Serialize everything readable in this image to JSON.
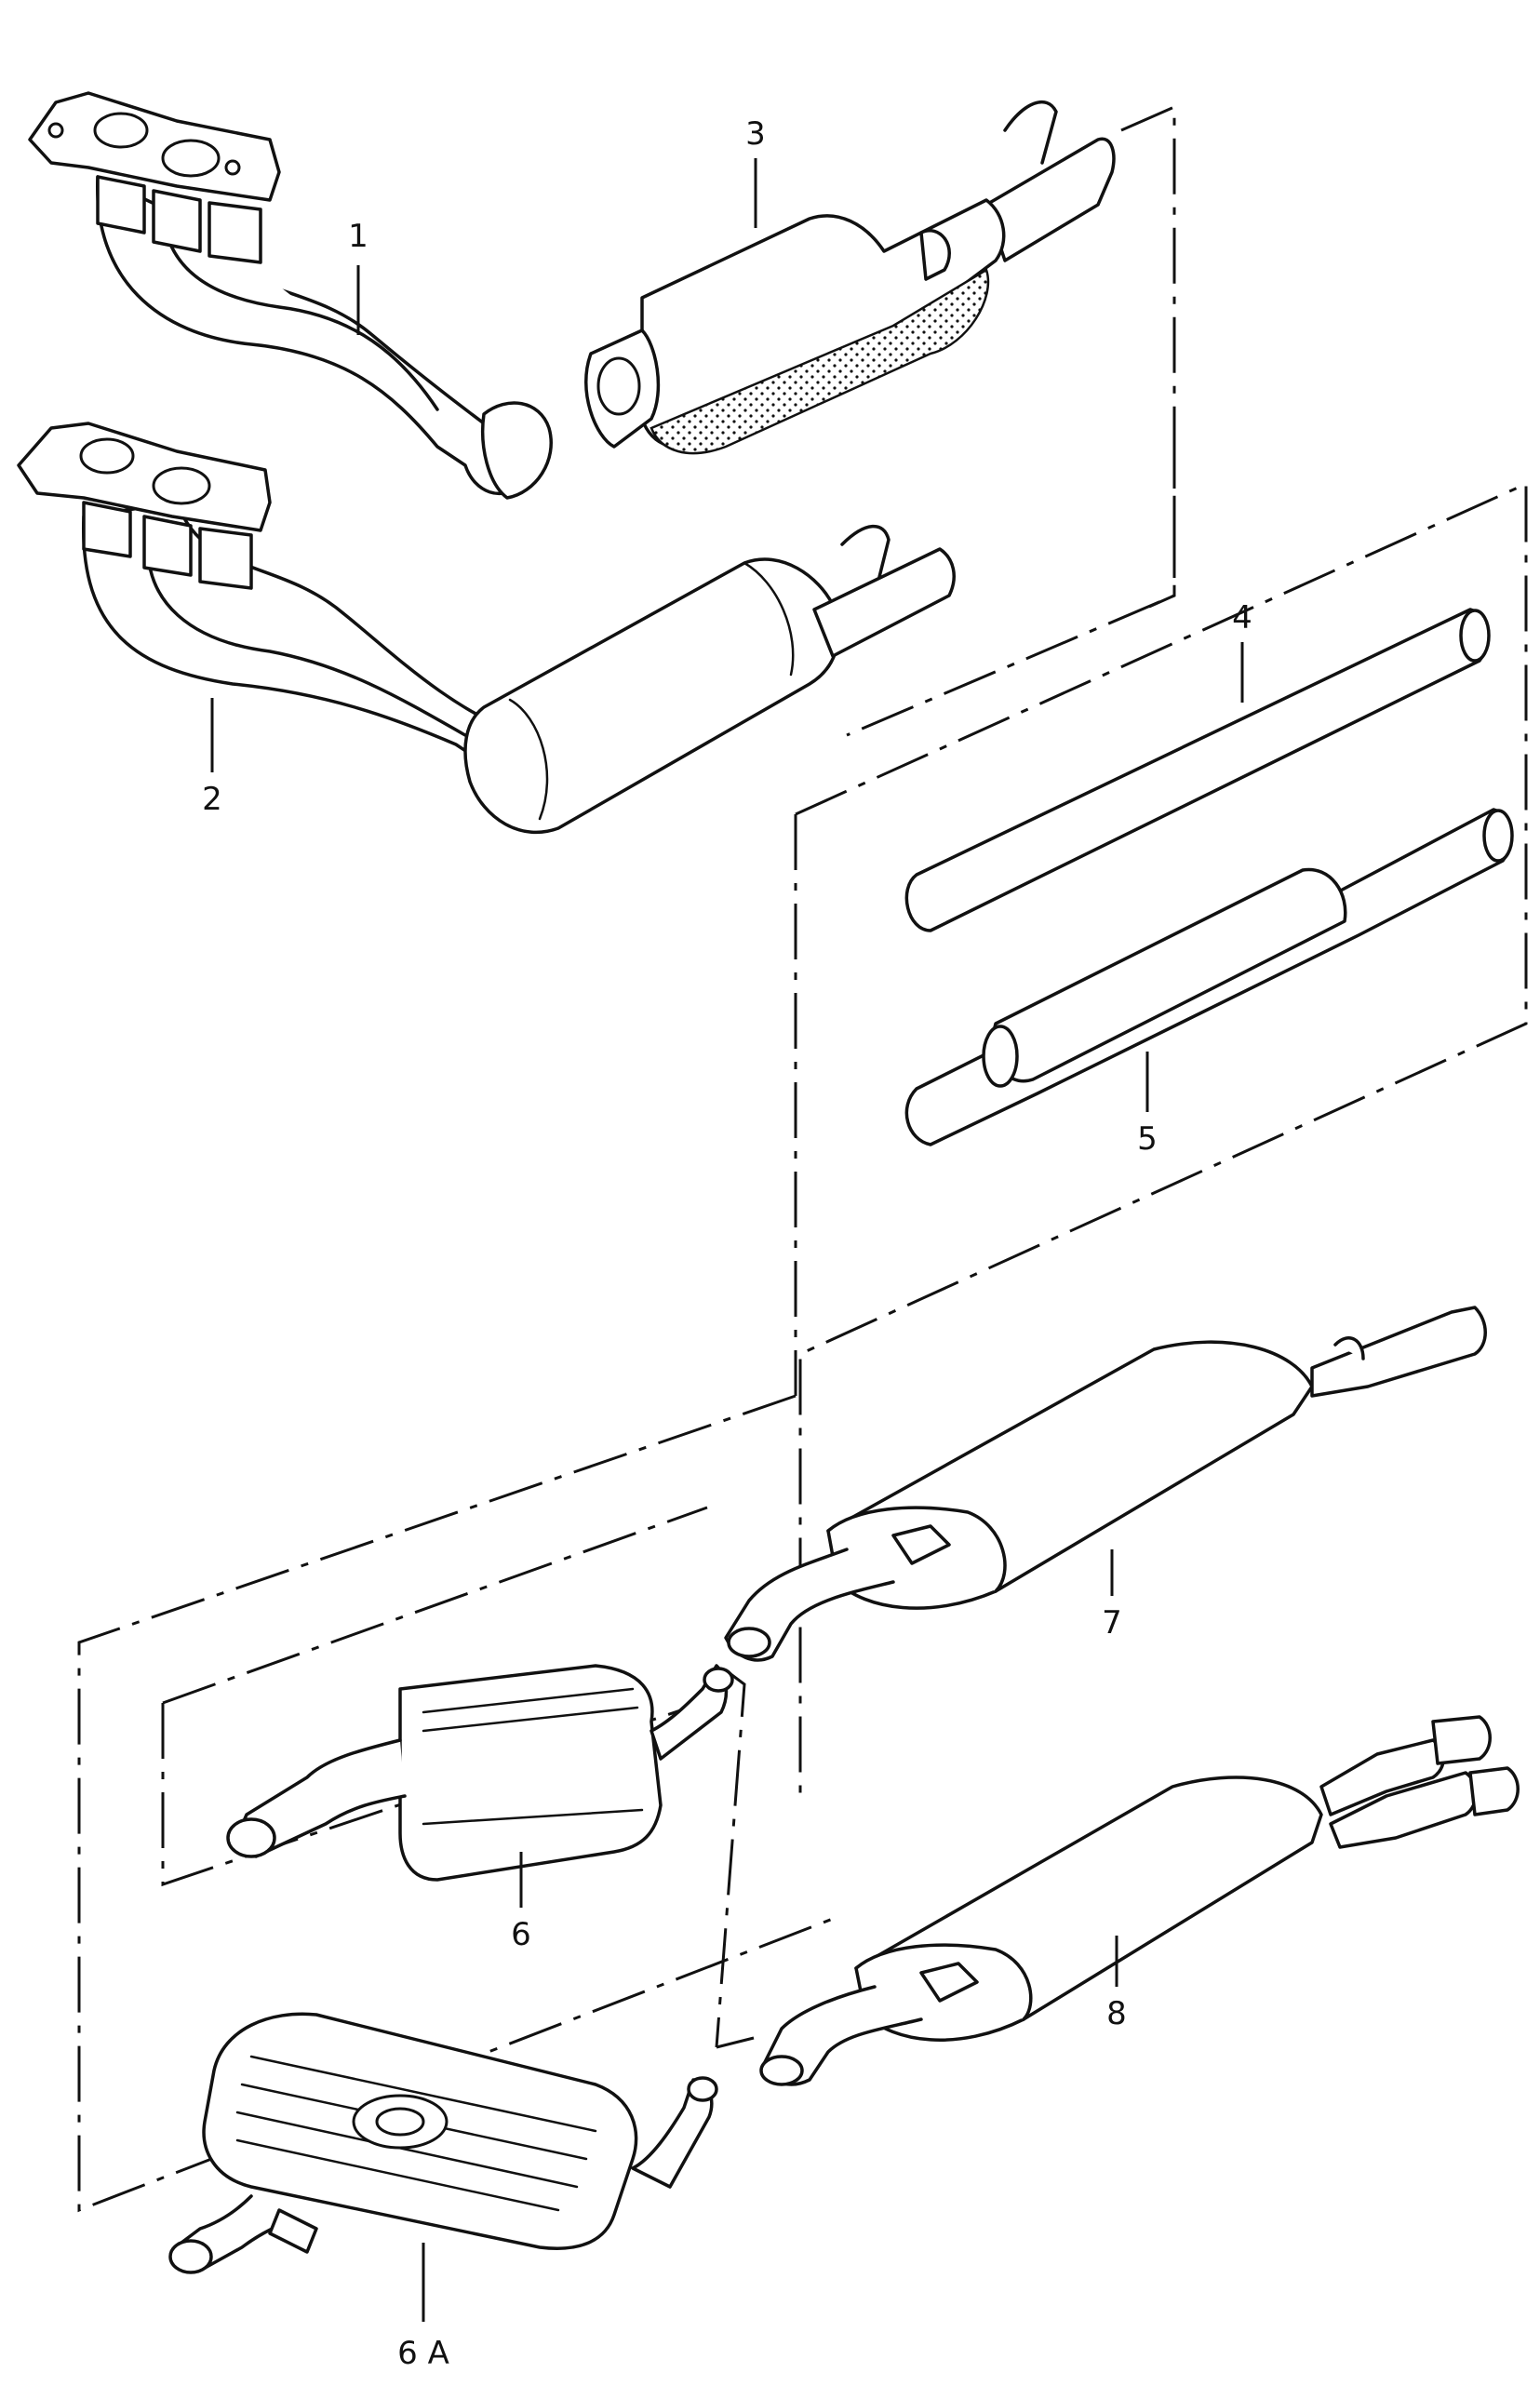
{
  "callouts": [
    {
      "id": "1",
      "text": "1"
    },
    {
      "id": "2",
      "text": "2"
    },
    {
      "id": "3",
      "text": "3"
    },
    {
      "id": "4",
      "text": "4"
    },
    {
      "id": "5",
      "text": "5"
    },
    {
      "id": "6",
      "text": "6"
    },
    {
      "id": "6A",
      "text": "6 A"
    },
    {
      "id": "7",
      "text": "7"
    },
    {
      "id": "8",
      "text": "8"
    }
  ],
  "colors": {
    "ink": "#111111",
    "paper": "#ffffff"
  }
}
